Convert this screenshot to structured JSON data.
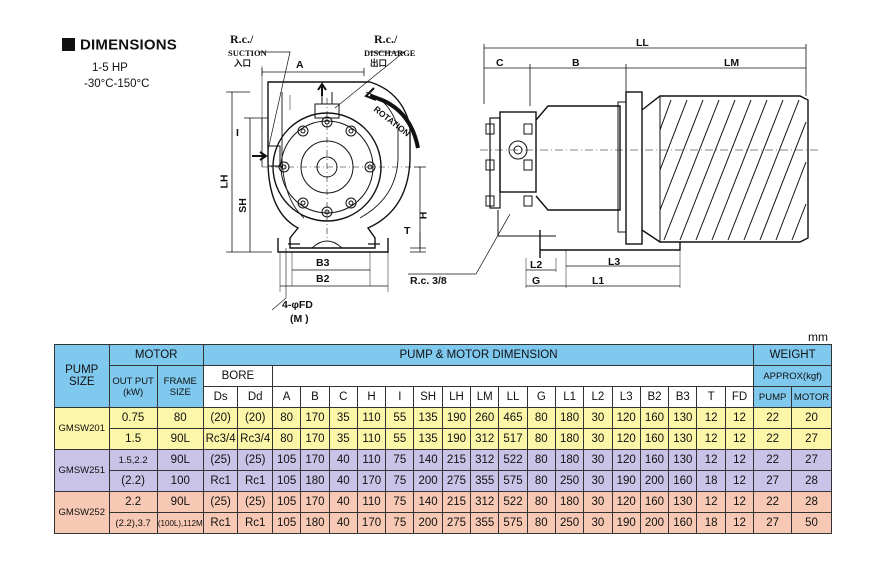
{
  "header": {
    "title": "DIMENSIONS",
    "hp": "1-5 HP",
    "temp": "-30°C-150°C"
  },
  "drawing": {
    "rc_suction": "R.c./",
    "suction_en": "SUCTION",
    "suction_cn": "入口",
    "rc_discharge": "R.c./",
    "discharge_en": "DISCHARGE",
    "discharge_cn": "出口",
    "rotation": "ROTATION",
    "front_labels": {
      "A": "A",
      "I": "I",
      "LH": "LH",
      "SH": "SH",
      "H": "H",
      "T": "T",
      "B3": "B3",
      "B2": "B2",
      "fd": "4-φFD",
      "m": "(M )"
    },
    "side_labels": {
      "LL": "LL",
      "C": "C",
      "B": "B",
      "LM": "LM",
      "L2": "L2",
      "L3": "L3",
      "G": "G",
      "L1": "L1",
      "rc38": "R.c. 3/8"
    }
  },
  "unit": "mm",
  "table": {
    "h_pump_size": [
      "PUMP",
      "SIZE"
    ],
    "h_motor": "MOTOR",
    "h_dimension": "PUMP & MOTOR DIMENSION",
    "h_weight": "WEIGHT",
    "h_output": [
      "OUT PUT",
      "(kW)"
    ],
    "h_frame": [
      "FRAME",
      "SIZE"
    ],
    "h_bore": "BORE",
    "h_approx": "APPROX(kgf)",
    "cols": [
      "Ds",
      "Dd",
      "A",
      "B",
      "C",
      "H",
      "I",
      "SH",
      "LH",
      "LM",
      "LL",
      "G",
      "L1",
      "L2",
      "L3",
      "B2",
      "B3",
      "T",
      "FD",
      "PUMP",
      "MOTOR"
    ],
    "groups": [
      {
        "model": "GMSW201",
        "rows": [
          {
            "output": "0.75",
            "frame": "80",
            "vals": [
              "(20)",
              "(20)",
              "80",
              "170",
              "35",
              "110",
              "55",
              "135",
              "190",
              "260",
              "465",
              "80",
              "180",
              "30",
              "120",
              "160",
              "130",
              "12",
              "12",
              "22",
              "20"
            ]
          },
          {
            "output": "1.5",
            "frame": "90L",
            "vals": [
              "Rc3/4",
              "Rc3/4",
              "80",
              "170",
              "35",
              "110",
              "55",
              "135",
              "190",
              "312",
              "517",
              "80",
              "180",
              "30",
              "120",
              "160",
              "130",
              "12",
              "12",
              "22",
              "27"
            ]
          }
        ]
      },
      {
        "model": "GMSW251",
        "rows": [
          {
            "output": "1.5,2.2",
            "frame": "90L",
            "vals": [
              "(25)",
              "(25)",
              "105",
              "170",
              "40",
              "110",
              "75",
              "140",
              "215",
              "312",
              "522",
              "80",
              "180",
              "30",
              "120",
              "160",
              "130",
              "12",
              "12",
              "22",
              "27"
            ]
          },
          {
            "output": "(2.2)",
            "frame": "100",
            "vals": [
              "Rc1",
              "Rc1",
              "105",
              "180",
              "40",
              "170",
              "75",
              "200",
              "275",
              "355",
              "575",
              "80",
              "250",
              "30",
              "190",
              "200",
              "160",
              "18",
              "12",
              "27",
              "28"
            ]
          }
        ]
      },
      {
        "model": "GMSW252",
        "rows": [
          {
            "output": "2.2",
            "frame": "90L",
            "vals": [
              "(25)",
              "(25)",
              "105",
              "170",
              "40",
              "110",
              "75",
              "140",
              "215",
              "312",
              "522",
              "80",
              "180",
              "30",
              "120",
              "160",
              "130",
              "12",
              "12",
              "22",
              "28"
            ]
          },
          {
            "output": "(2.2),3.7",
            "frame": "(100L),112M",
            "vals": [
              "Rc1",
              "Rc1",
              "105",
              "180",
              "40",
              "170",
              "75",
              "200",
              "275",
              "355",
              "575",
              "80",
              "250",
              "30",
              "190",
              "200",
              "160",
              "18",
              "12",
              "27",
              "50"
            ]
          }
        ]
      }
    ]
  }
}
